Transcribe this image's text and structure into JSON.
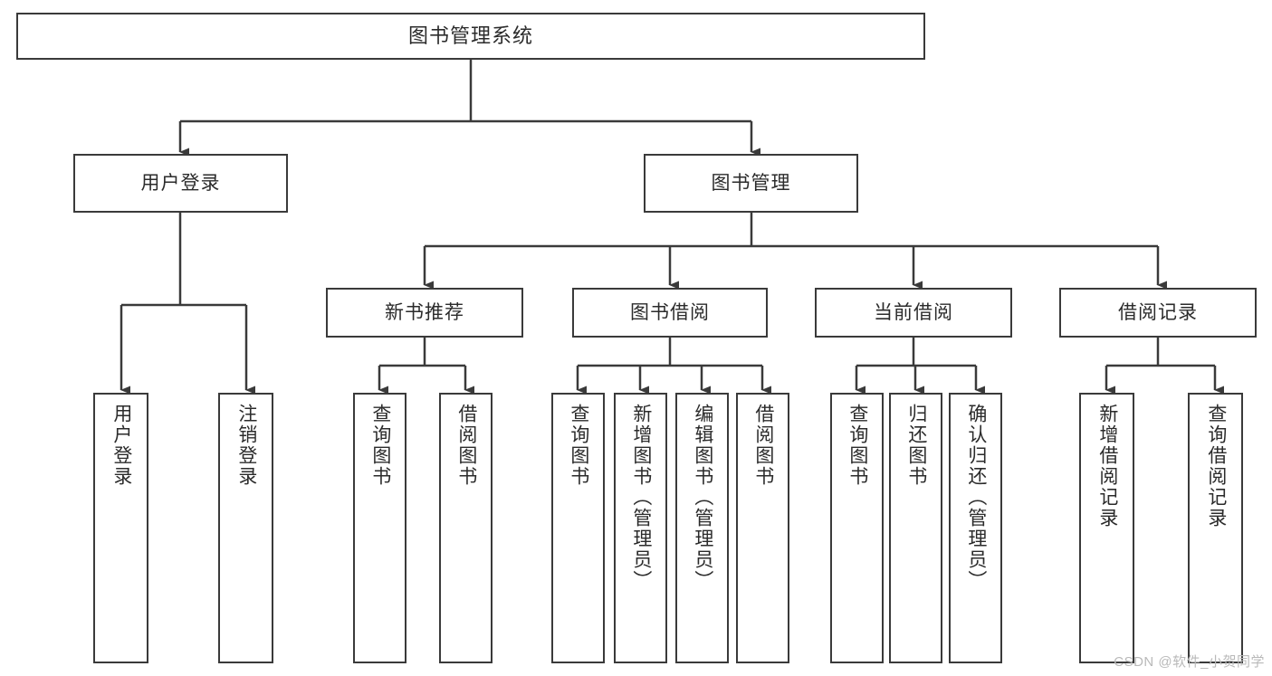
{
  "diagram": {
    "type": "tree",
    "title": "图书管理系统",
    "orientation": "top-down",
    "colors": {
      "box_border": "#3a3a3a",
      "box_fill": "#ffffff",
      "edge": "#3a3a3a",
      "text": "#2b2b2b",
      "watermark": "#b9b9b9"
    }
  },
  "root": {
    "label": "图书管理系统"
  },
  "level1": [
    {
      "label": "用户登录"
    },
    {
      "label": "图书管理"
    }
  ],
  "level2": [
    {
      "label": "新书推荐"
    },
    {
      "label": "图书借阅"
    },
    {
      "label": "当前借阅"
    },
    {
      "label": "借阅记录"
    }
  ],
  "leaves": {
    "user_login": [
      {
        "label": "用户登录"
      },
      {
        "label": "注销登录"
      }
    ],
    "new_book": [
      {
        "label": "查询图书"
      },
      {
        "label": "借阅图书"
      }
    ],
    "book_borrow": [
      {
        "label": "查询图书"
      },
      {
        "label": "新增图书（管理员）"
      },
      {
        "label": "编辑图书（管理员）"
      },
      {
        "label": "借阅图书"
      }
    ],
    "current_borrow": [
      {
        "label": "查询图书"
      },
      {
        "label": "归还图书"
      },
      {
        "label": "确认归还（管理员）"
      }
    ],
    "borrow_record": [
      {
        "label": "新增借阅记录"
      },
      {
        "label": "查询借阅记录"
      }
    ]
  },
  "watermark": {
    "text": "CSDN @软件_小贺同学"
  }
}
